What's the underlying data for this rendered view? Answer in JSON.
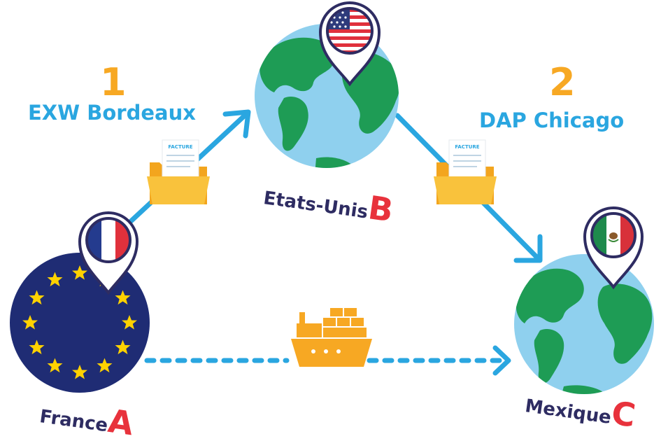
{
  "steps": [
    {
      "number": "1",
      "incoterm": "EXW Bordeaux"
    },
    {
      "number": "2",
      "incoterm": "DAP Chicago"
    }
  ],
  "countries": {
    "a": {
      "name": "France",
      "letter": "A",
      "flag": "france-flag",
      "globe": "eu-flag-globe"
    },
    "b": {
      "name": "Etats-Unis",
      "letter": "B",
      "flag": "usa-flag",
      "globe": "earth-globe"
    },
    "c": {
      "name": "Mexique",
      "letter": "C",
      "flag": "mexico-flag",
      "globe": "earth-globe"
    }
  },
  "documents": {
    "label": "FACTURE",
    "icon": "invoice-folder-icon"
  },
  "shipping": {
    "icon": "cargo-ship-icon",
    "style": "dotted-arrow"
  },
  "colors": {
    "arrow": "#2AA6E0",
    "number": "#F7A823",
    "letter": "#E8323C",
    "country_text": "#2E2C62",
    "ocean": "#8FD0EE",
    "land": "#1E9C55",
    "eu_blue": "#1F2C74",
    "eu_star": "#FFD200",
    "folder": "#F7B52C",
    "pin_outline": "#2E2C62"
  }
}
